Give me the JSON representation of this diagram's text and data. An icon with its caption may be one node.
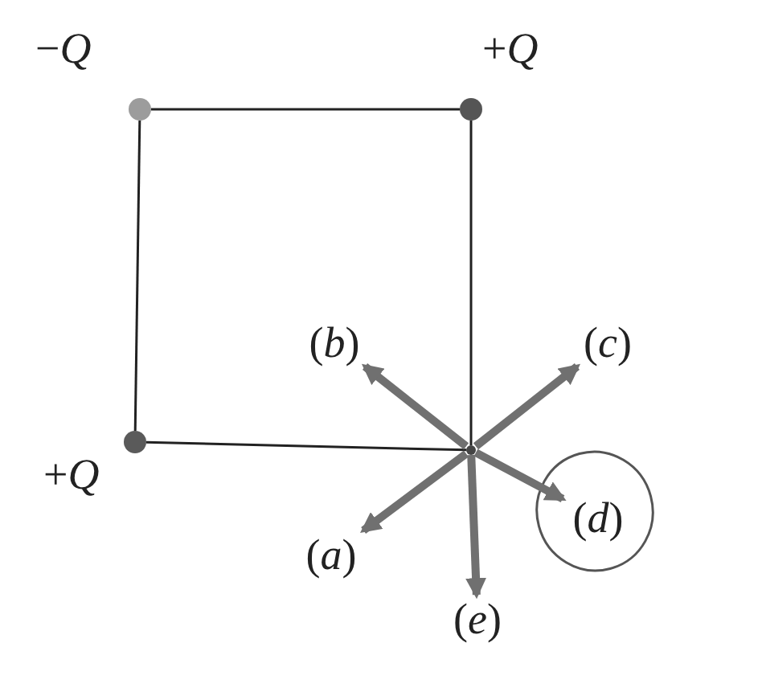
{
  "diagram": {
    "nodes": [
      {
        "text": [
          "−*Q*"
        ]
      },
      {
        "text": [
          "+*Q*"
        ]
      },
      {
        "text": [
          "+*Q*"
        ]
      },
      {
        "text": [],
        "shape": "point"
      },
      {
        "text": [
          "(*b*)"
        ]
      },
      {
        "text": [
          "(*c*)"
        ]
      },
      {
        "text": [
          "(*a*)"
        ]
      },
      {
        "text": [
          "(*d*)"
        ]
      },
      {
        "text": [
          "(*e*)"
        ]
      }
    ],
    "edges": [
      {
        "from": 0,
        "to": 1,
        "arrow": "none",
        "color": "#222222"
      },
      {
        "from": 0,
        "to": 2,
        "arrow": "none",
        "color": "#222222"
      },
      {
        "from": 1,
        "to": 3,
        "arrow": "none",
        "color": "#222222"
      },
      {
        "from": 2,
        "to": 3,
        "arrow": "none",
        "color": "#222222"
      },
      {
        "from": 3,
        "to": 4,
        "arrow": "to"
      },
      {
        "from": 3,
        "to": 5,
        "arrow": "to"
      },
      {
        "from": 3,
        "to": 6,
        "arrow": "to"
      },
      {
        "from": 3,
        "to": 7,
        "arrow": "to"
      },
      {
        "from": 3,
        "to": 8,
        "arrow": "to"
      }
    ]
  }
}
